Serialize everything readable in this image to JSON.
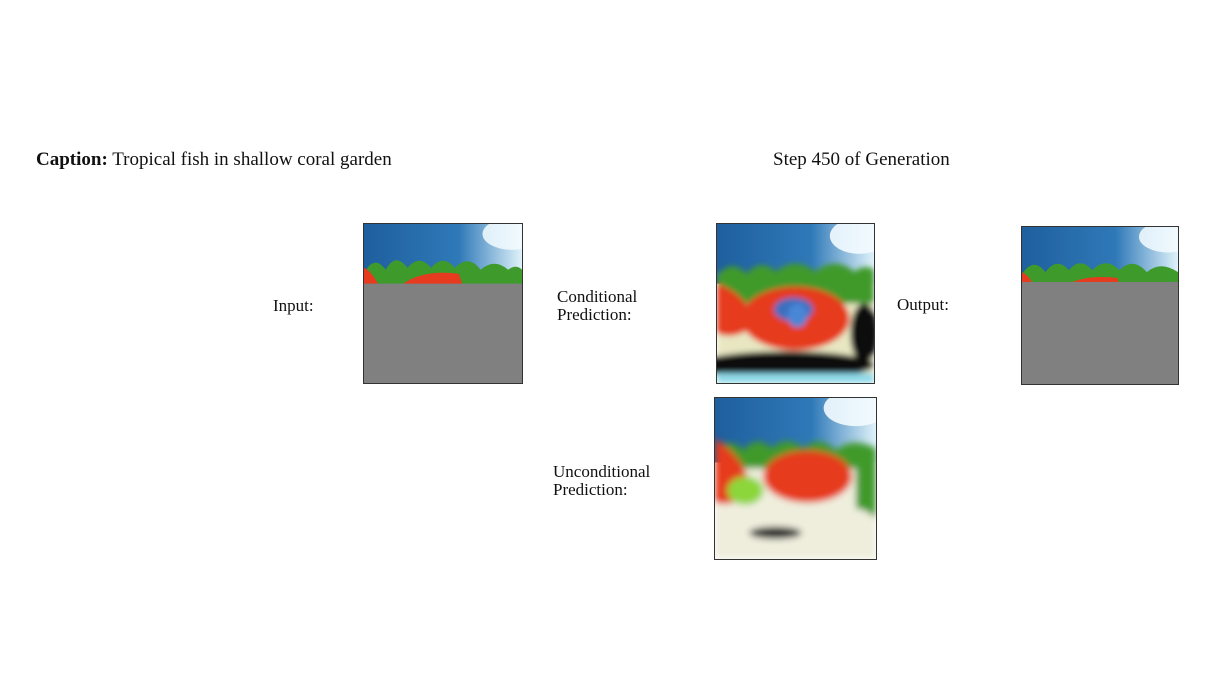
{
  "caption": {
    "label": "Caption:",
    "text": "Tropical fish in shallow coral garden"
  },
  "step_title": "Step 450 of Generation",
  "labels": {
    "input": "Input:",
    "conditional_line1": "Conditional",
    "conditional_line2": "Prediction:",
    "output": "Output:",
    "unconditional_line1": "Unconditional",
    "unconditional_line2": "Prediction:"
  },
  "colors": {
    "mask_gray": "#808080",
    "water_blue": "#2f79b8",
    "fish_red": "#e63b1e",
    "coral_green": "#3f9a2c",
    "sand_cream": "#efeedd"
  },
  "images": {
    "input": "masked-image",
    "conditional": "conditional-prediction-image",
    "output": "masked-image",
    "unconditional": "unconditional-prediction-image"
  }
}
